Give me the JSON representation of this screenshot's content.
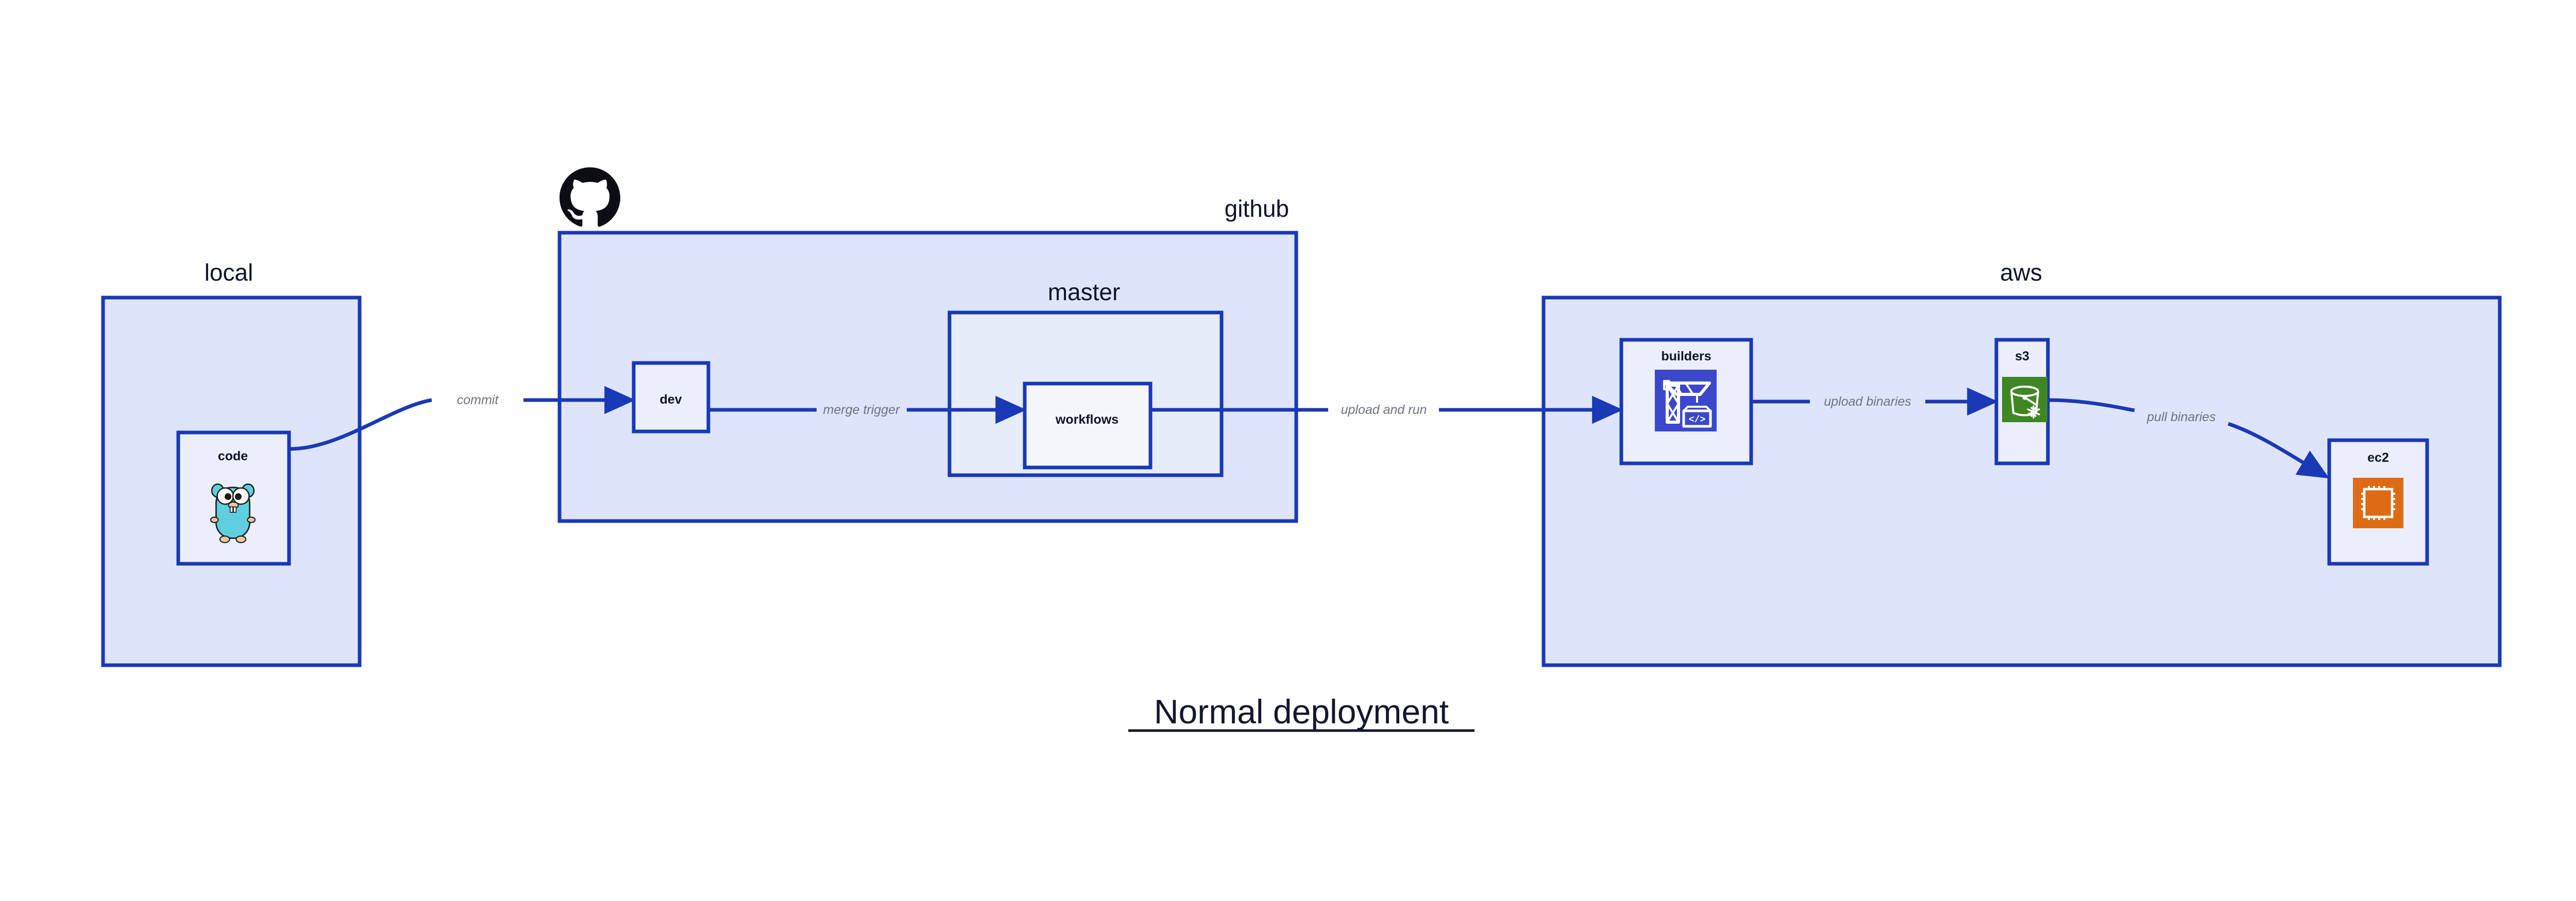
{
  "diagram": {
    "title": "Normal deployment",
    "accent_color": "#1939b7",
    "container_fill": "#dee4fa",
    "subcontainer_fill": "#e7ecfb",
    "node_fill": "#ebeffc",
    "label_color": "#101429",
    "edge_label_color": "#6f7383",
    "background": "#ffffff"
  },
  "groups": {
    "local": {
      "label": "local"
    },
    "github": {
      "label": "github"
    },
    "master": {
      "label": "master"
    },
    "aws": {
      "label": "aws"
    }
  },
  "nodes": {
    "code": {
      "label": "code",
      "icon": "go-gopher-icon"
    },
    "dev": {
      "label": "dev"
    },
    "workflows": {
      "label": "workflows"
    },
    "builders": {
      "label": "builders",
      "icon": "aws-codebuild-icon",
      "icon_color": "#3b48cc"
    },
    "s3": {
      "label": "s3",
      "icon": "aws-s3-glacier-icon",
      "icon_color": "#3f8624"
    },
    "ec2": {
      "label": "ec2",
      "icon": "aws-ec2-icon",
      "icon_color": "#dd6b16"
    }
  },
  "edges": {
    "commit": {
      "label": "commit",
      "from": "code",
      "to": "dev"
    },
    "merge_trigger": {
      "label": "merge trigger",
      "from": "dev",
      "to": "workflows"
    },
    "upload_and_run": {
      "label": "upload and run",
      "from": "workflows",
      "to": "builders"
    },
    "upload_binaries": {
      "label": "upload binaries",
      "from": "builders",
      "to": "s3"
    },
    "pull_binaries": {
      "label": "pull binaries",
      "from": "s3",
      "to": "ec2"
    }
  },
  "logos": {
    "github": {
      "name": "github-octocat-icon",
      "color": "#0d0d15"
    }
  }
}
